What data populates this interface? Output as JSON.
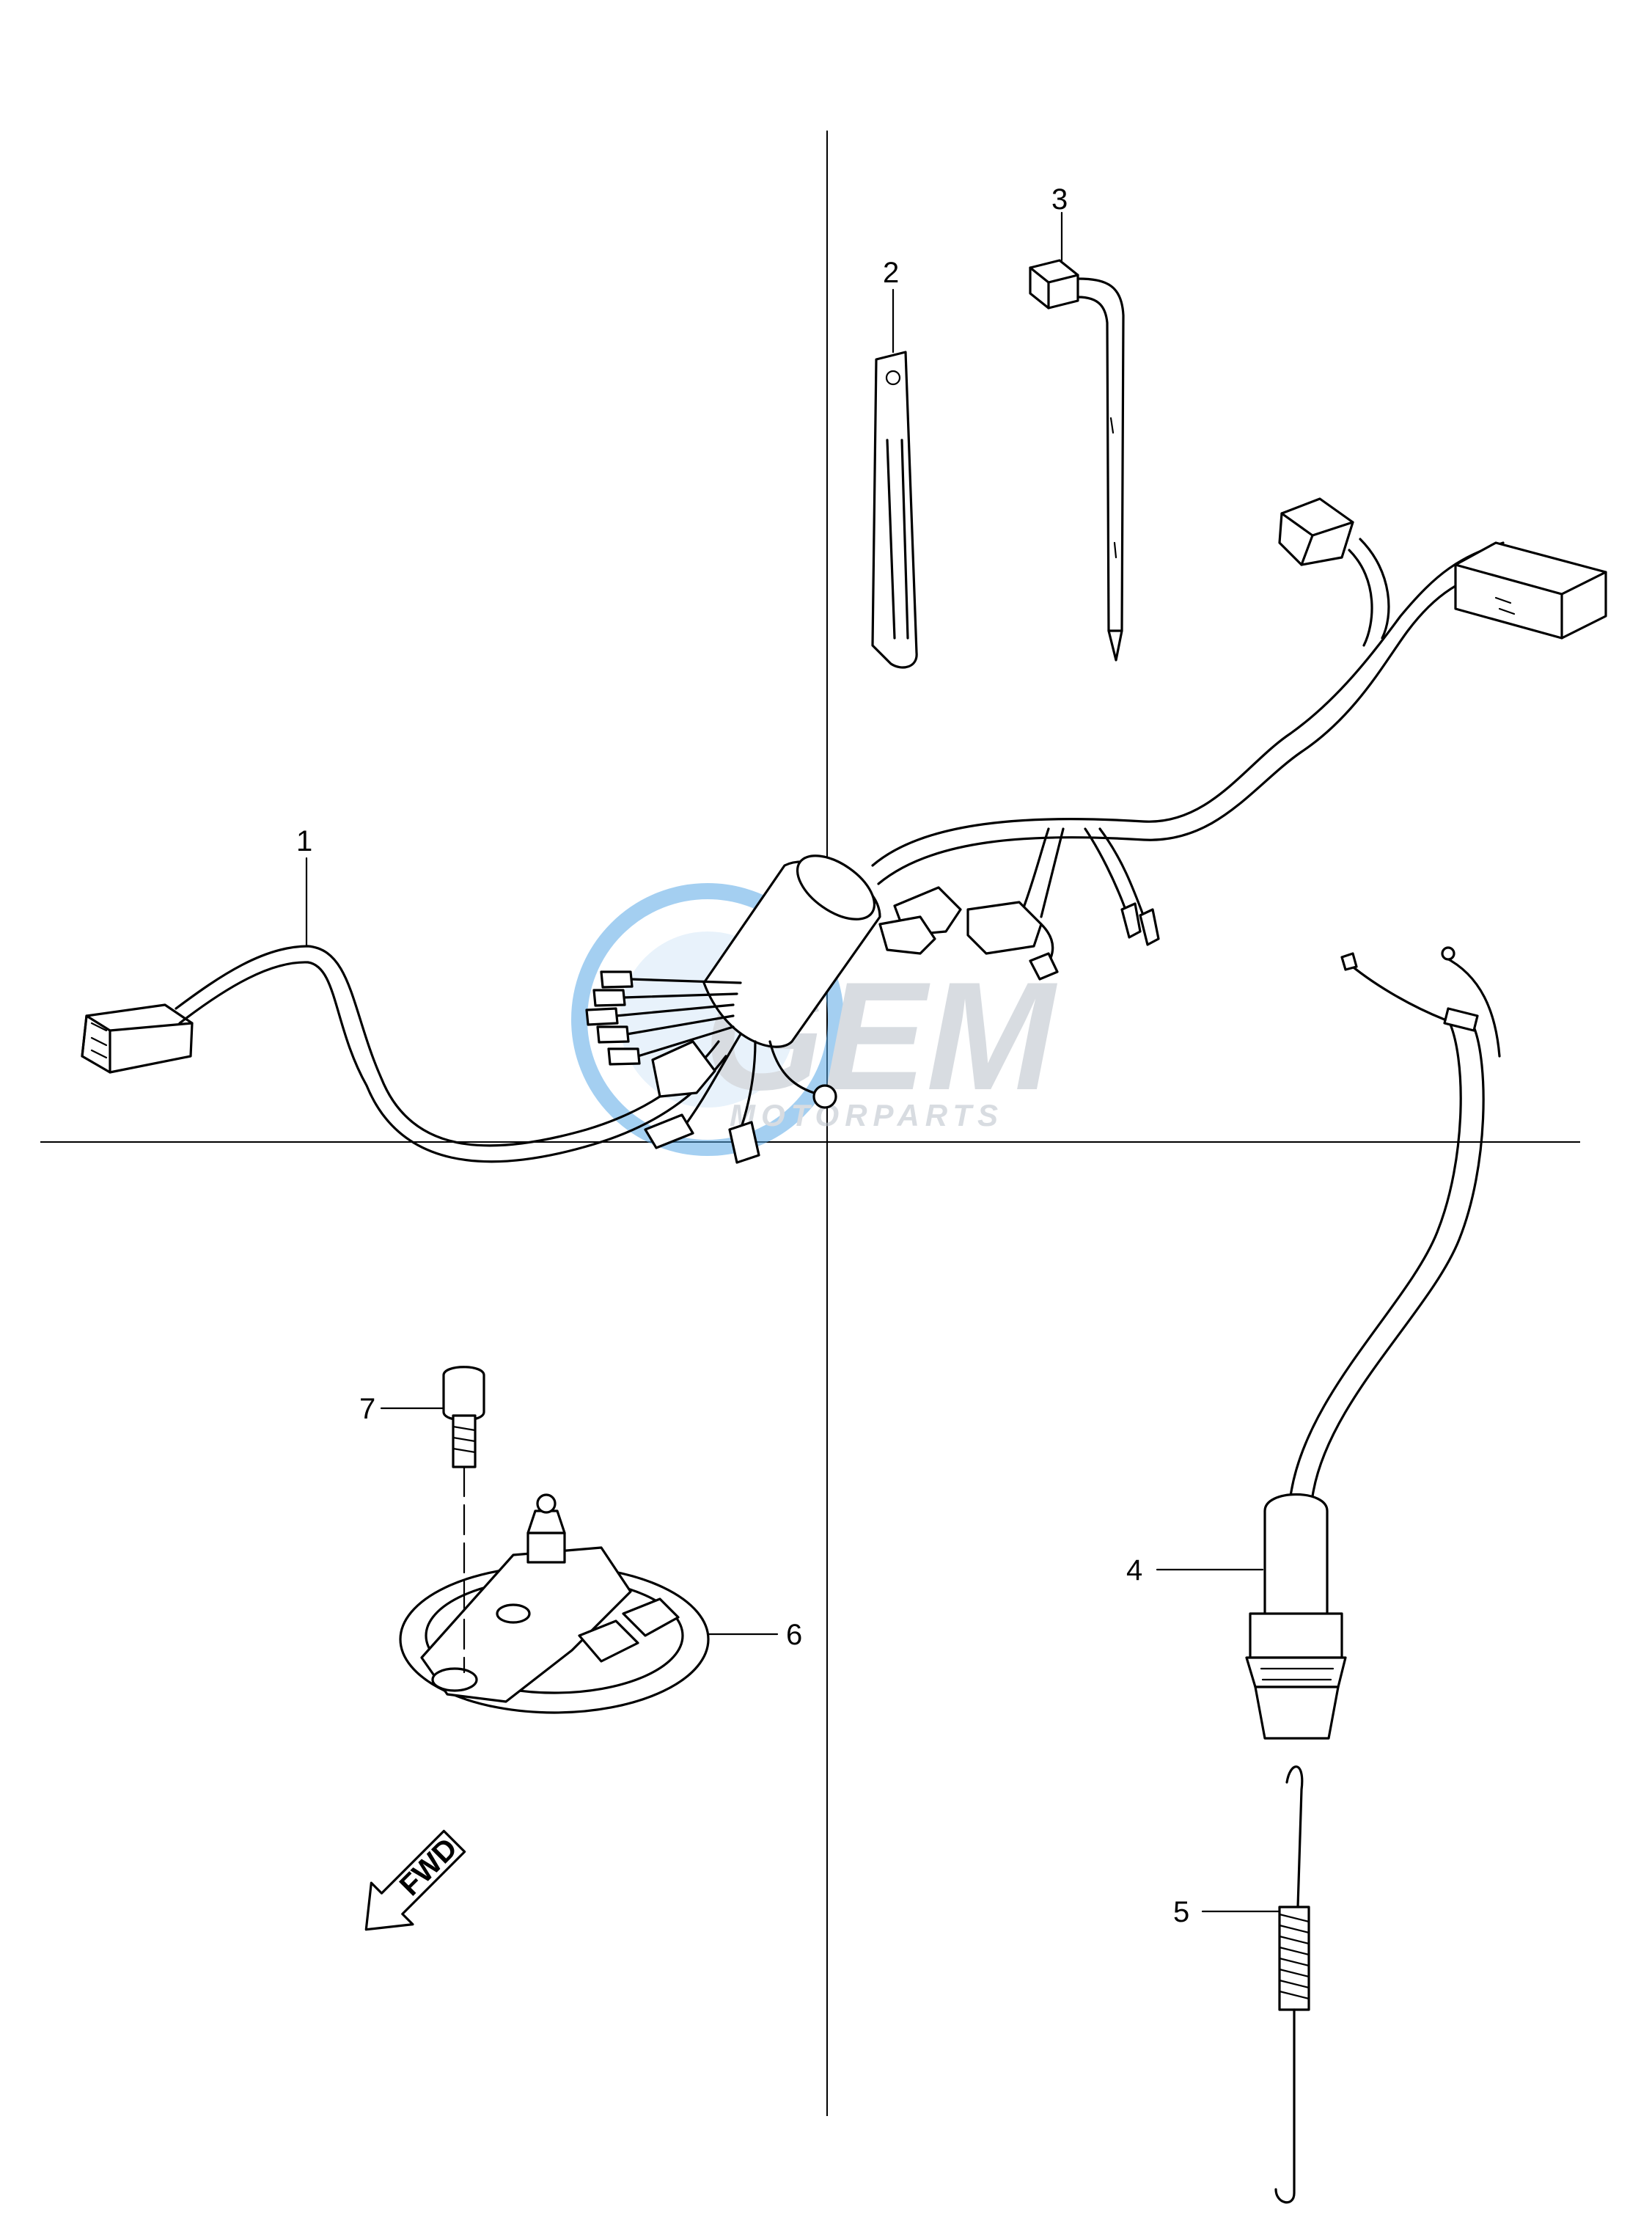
{
  "diagram": {
    "callouts": [
      {
        "id": "1",
        "label": "1"
      },
      {
        "id": "2",
        "label": "2"
      },
      {
        "id": "3",
        "label": "3"
      },
      {
        "id": "4",
        "label": "4"
      },
      {
        "id": "5",
        "label": "5"
      },
      {
        "id": "6",
        "label": "6"
      },
      {
        "id": "7",
        "label": "7"
      }
    ],
    "direction_marker": "FWD",
    "watermark": {
      "brand": "GEM",
      "subtitle": "MOTORPARTS"
    },
    "colors": {
      "line": "#000000",
      "background": "#ffffff",
      "watermark": "#b9c0c9",
      "watermark_accent": "#5aa9e6"
    }
  }
}
